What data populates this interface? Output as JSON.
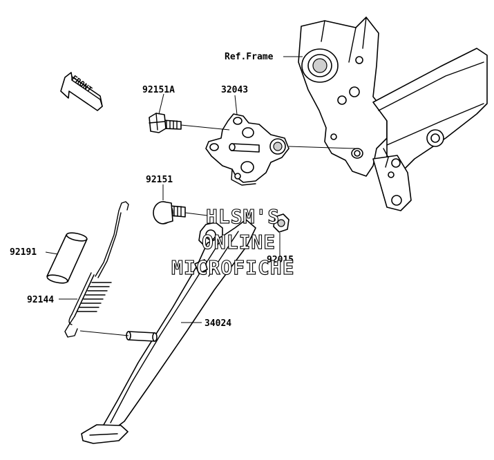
{
  "diagram": {
    "front_arrow_text": "FRONT",
    "ref_frame_label": "Ref.Frame",
    "parts": {
      "bolt_92151A": "92151A",
      "bracket_32043": "32043",
      "bolt_92151": "92151",
      "collar_92191": "92191",
      "spring_92144": "92144",
      "nut_92015": "92015",
      "sidestand_34024": "34024"
    },
    "watermark": {
      "line1": "HLSM'S",
      "line2": "ONLINE",
      "line3": "MICROFICHE"
    }
  }
}
